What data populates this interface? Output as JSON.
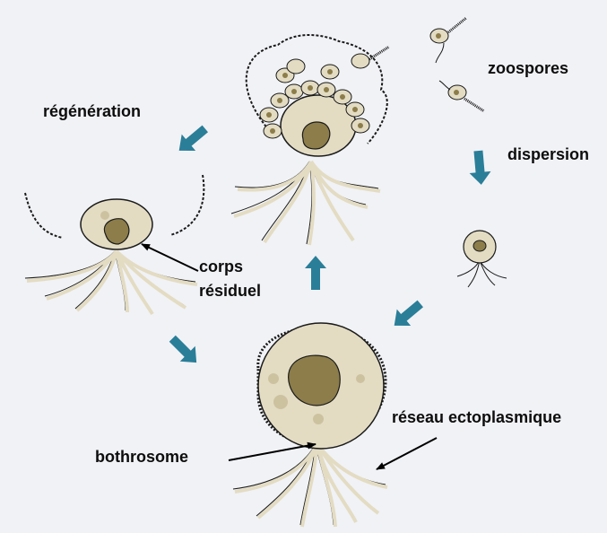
{
  "labels": {
    "regeneration": "régénération",
    "zoospores": "zoospores",
    "dispersion": "dispersion",
    "corps": "corps",
    "residuel": "résiduel",
    "reseau": "réseau ectoplasmique",
    "bothrosome": "bothrosome"
  },
  "colors": {
    "background": "#f1f2f6",
    "cell": "#e3dcc3",
    "nucleus": "#8c7d4a",
    "vacuole": "#cdc2a0",
    "outline": "#1a1a1a",
    "cycle_arrow": "#2a7e98",
    "pointer_arrow": "#000000"
  },
  "icons": {
    "cycle_arrows": "thick-teal-arrow",
    "pointers": "thin-black-arrow"
  }
}
